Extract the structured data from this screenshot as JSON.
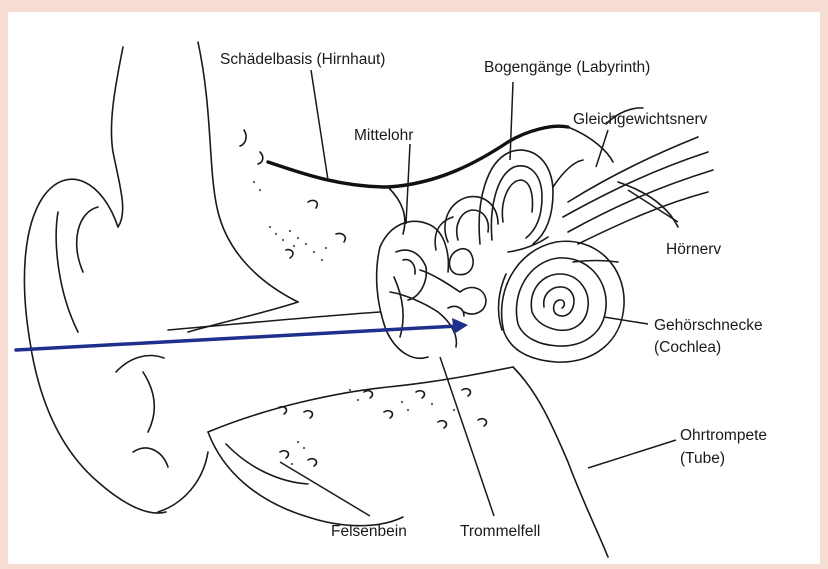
{
  "labels": {
    "skull_base": "Schädelbasis (Hirnhaut)",
    "semicircular_canals": "Bogengänge (Labyrinth)",
    "vestibular_nerve": "Gleichgewichtsnerv",
    "middle_ear": "Mittelohr",
    "auditory_nerve": "Hörnerv",
    "cochlea_line1": "Gehörschnecke",
    "cochlea_line2": "(Cochlea)",
    "tube_line1": "Ohrtrompete",
    "tube_line2": "(Tube)",
    "petrous_bone": "Felsenbein",
    "eardrum": "Trommelfell"
  },
  "colors": {
    "page_background": "#f6dcd3",
    "panel_background": "#ffffff",
    "ink": "#1a1a1a",
    "arrow": "#1f2f8c"
  }
}
